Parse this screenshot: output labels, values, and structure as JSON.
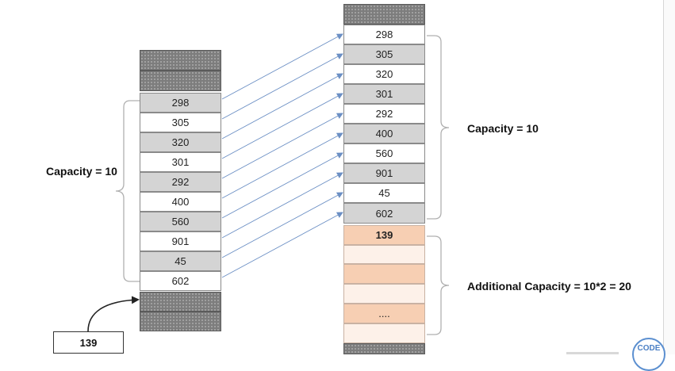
{
  "left_array": {
    "values": [
      "298",
      "305",
      "320",
      "301",
      "292",
      "400",
      "560",
      "901",
      "45",
      "602"
    ],
    "capacity_label": "Capacity = 10"
  },
  "right_array": {
    "values": [
      "298",
      "305",
      "320",
      "301",
      "292",
      "400",
      "560",
      "901",
      "45",
      "602"
    ],
    "new_value": "139",
    "ellipsis": "....",
    "capacity_label": "Capacity = 10",
    "additional_label": "Additional Capacity = 10*2 = 20"
  },
  "incoming_element": "139",
  "logo_text": "CODE",
  "colors": {
    "gray_cell": "#d4d4d4",
    "hatched_cell": "#7d7d7d",
    "orange_cell": "#f7cfb3",
    "pale_cell": "#fdf1e9",
    "arrow": "#6b8fc4",
    "brace": "#b0b0b0"
  }
}
